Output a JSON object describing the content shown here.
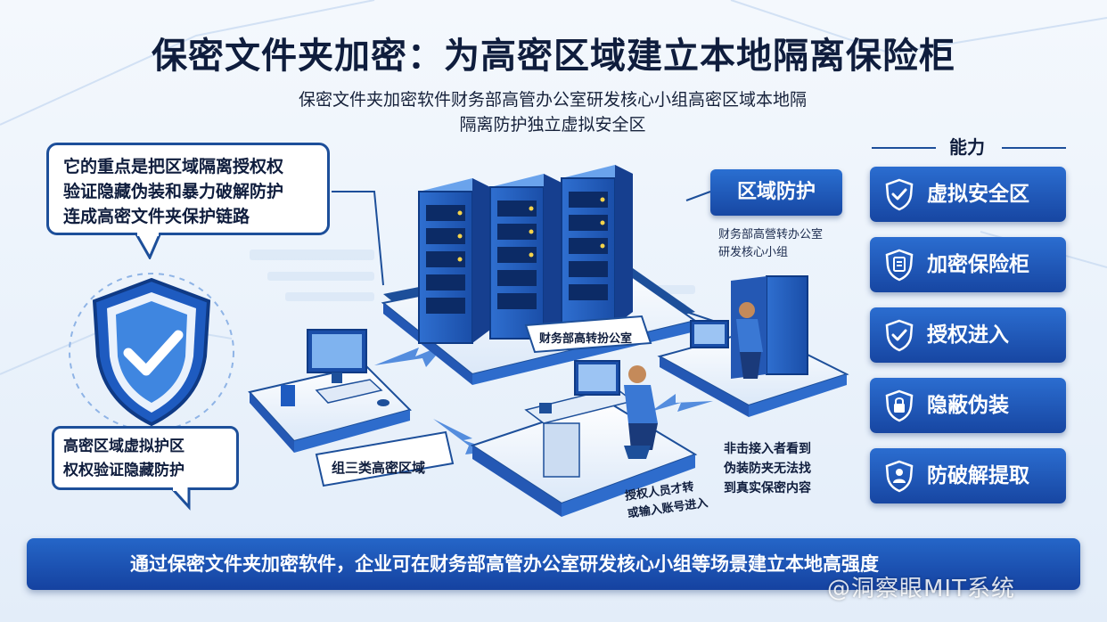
{
  "title": "保密文件夹加密：为高密区域建立本地隔离保险柜",
  "subtitle_lines": [
    "保密文件夹加密软件财务部高管办公室研发核心小组高密区域本地隔",
    "隔离防护独立虚拟安全区"
  ],
  "bubble_lines": [
    "它的重点是把区域隔离授权权",
    "验证隐藏伪装和暴力破解防护",
    "连成高密文件夹保护链路"
  ],
  "left_callout_lines": [
    "高密区域虚拟护区",
    "权权验证隐藏防护"
  ],
  "zone_tag": "区域防护",
  "zone_note_lines": [
    "财务部高營转办公室",
    "研发核心小组"
  ],
  "server_platform_label": "财务部高转扮公室",
  "group_platform_label": "组三类高密区域",
  "intruder_note_lines": [
    "非击接入者看到",
    "伪装防夹无法找",
    "到真实保密内容"
  ],
  "auth_note_lines": [
    "授权人员才转",
    "或输入账号进入"
  ],
  "capabilities": {
    "title": "能力",
    "items": [
      {
        "label": "虚拟安全区",
        "icon": "shield-check-icon"
      },
      {
        "label": "加密保险柜",
        "icon": "encrypted-file-icon"
      },
      {
        "label": "授权进入",
        "icon": "shield-check-icon"
      },
      {
        "label": "隐蔽伪装",
        "icon": "shield-lock-icon"
      },
      {
        "label": "防破解提取",
        "icon": "user-shield-icon"
      }
    ]
  },
  "bottom_text": "通过保密文件夹加密软件，企业可在财务部高管办公室研发核心小组等场景建立本地高强度",
  "watermark": "@洞察眼MIT系统",
  "colors": {
    "primary": "#1d4f9a",
    "button_top": "#2b6dd0",
    "button_bottom": "#1746a2",
    "title": "#0f1d3d"
  }
}
